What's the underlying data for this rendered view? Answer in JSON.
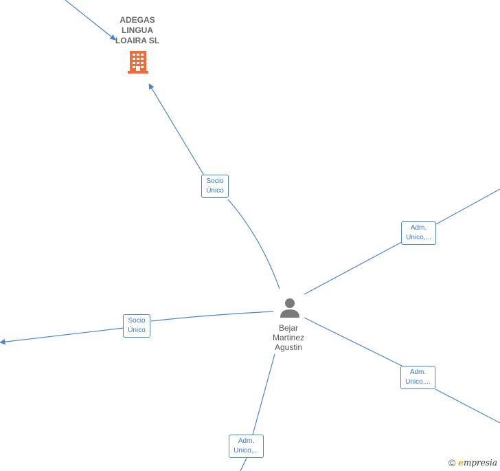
{
  "nodes": {
    "company": {
      "name_lines": [
        "ADEGAS",
        "LINGUA",
        "LOAIRA  SL"
      ]
    },
    "person": {
      "name_lines": [
        "Bejar",
        "Martinez",
        "Agustin"
      ]
    }
  },
  "edges": [
    {
      "id": "socio-unico-top",
      "lines": [
        "Socio",
        "Único"
      ]
    },
    {
      "id": "socio-unico-left",
      "lines": [
        "Socio",
        "Único"
      ]
    },
    {
      "id": "adm-unico-upper-right",
      "lines": [
        "Adm.",
        "Unico,..."
      ]
    },
    {
      "id": "adm-unico-lower-right",
      "lines": [
        "Adm.",
        "Unico,..."
      ]
    },
    {
      "id": "adm-unico-bottom",
      "lines": [
        "Adm.",
        "Unico,..."
      ]
    }
  ],
  "colors": {
    "edge": "#4a86c8",
    "company_icon": "#f26b3a",
    "person_icon": "#7a7a7a"
  },
  "icons": {
    "company": "building-icon",
    "person": "person-icon"
  },
  "watermark": {
    "copyright": "©",
    "brand_initial": "e",
    "brand_rest": "mpresia"
  }
}
